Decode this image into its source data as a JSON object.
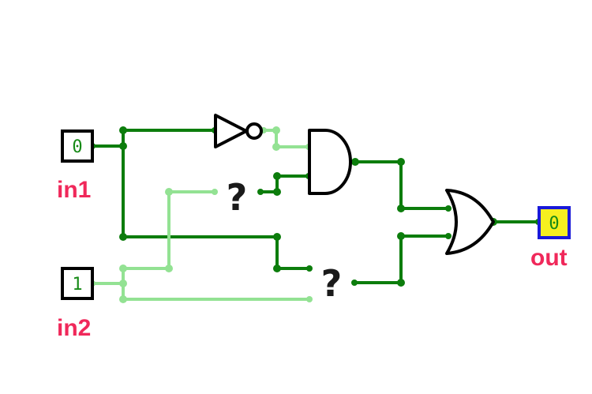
{
  "inputs": [
    {
      "label": "in1",
      "value": "0"
    },
    {
      "label": "in2",
      "value": "1"
    }
  ],
  "output": {
    "label": "out",
    "value": "0"
  },
  "unknown_gates": [
    "?",
    "?"
  ],
  "colors": {
    "wire_high": "#0c7d0c",
    "wire_low": "#93e293",
    "label": "#f0285a",
    "output_fill": "#f5ef20",
    "output_border": "#1a1ad9"
  }
}
